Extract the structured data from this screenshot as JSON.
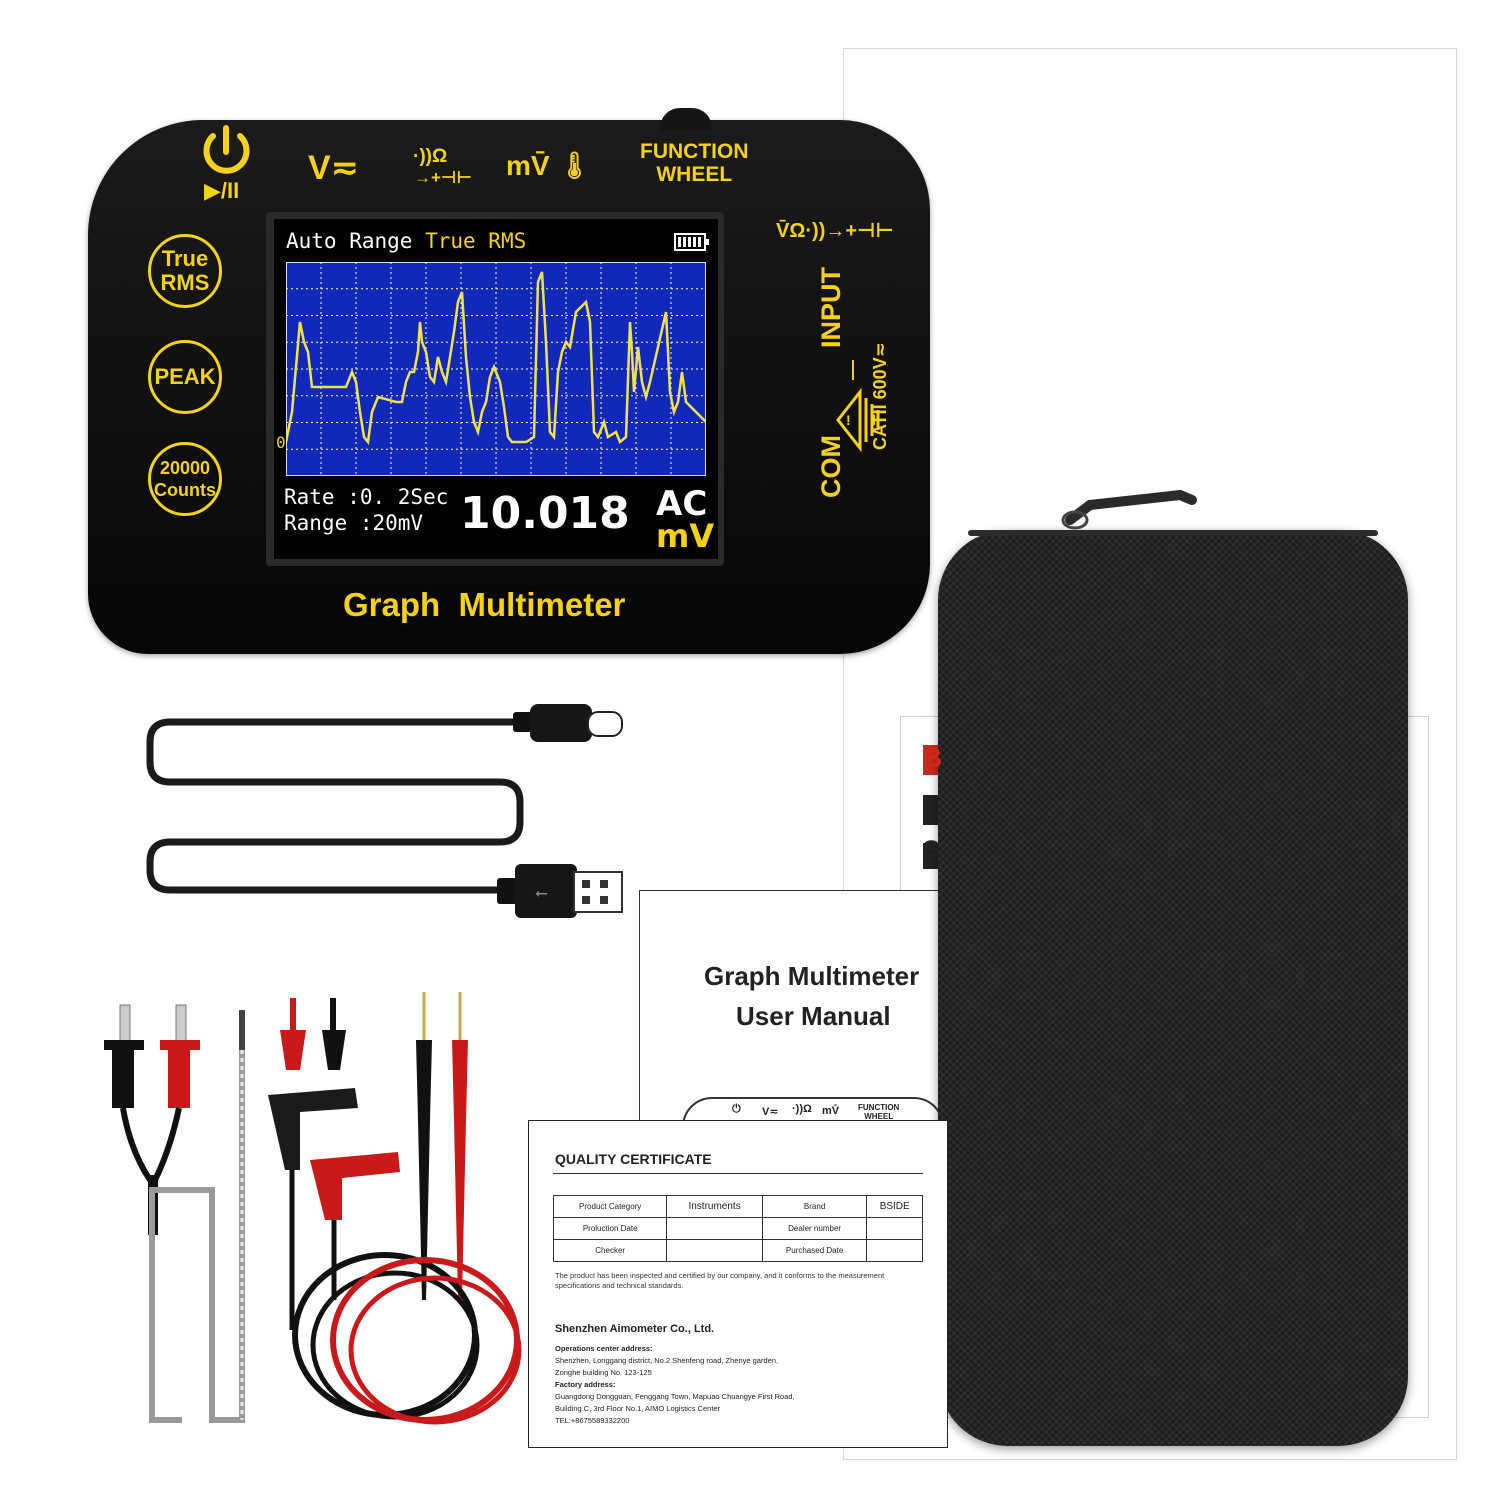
{
  "device": {
    "top_labels": {
      "play_pause": "▶/II",
      "volt": "V≂",
      "resistance_top": "·))Ω",
      "resistance_bottom": "→+⊣⊢",
      "millivolt": "mV̄",
      "function_line1": "FUNCTION",
      "function_line2": "WHEEL"
    },
    "buttons": {
      "true_rms_line1": "True",
      "true_rms_line2": "RMS",
      "peak": "PEAK",
      "counts_line1": "20000",
      "counts_line2": "Counts"
    },
    "screen": {
      "header_left": "Auto Range",
      "header_right": "True RMS",
      "rate": "Rate  :0. 2Sec",
      "range": "Range :20mV",
      "reading": "10.018",
      "unit_top": "AC",
      "unit_bottom": "mV",
      "zero_marker": "0",
      "plot_colors": {
        "background": "#1228b8",
        "grid": "#ffffff",
        "trace": "#f2e24a"
      }
    },
    "side_labels": {
      "input_symbols": "V̄Ω·))→+⊣⊢",
      "input": "INPUT",
      "cat": "CATII 600V≂",
      "com": "COM"
    },
    "brand_word1": "Graph",
    "brand_word2": "Multimeter",
    "accent_color": "#f7d117"
  },
  "manual": {
    "title_line1": "Graph Multimeter",
    "title_line2": "User Manual",
    "mini_labels": {
      "volt": "V≂",
      "resistance": "·))Ω",
      "millivolt": "mV̄",
      "function_line1": "FUNCTION",
      "function_line2": "WHEEL"
    }
  },
  "inner_sheet": {
    "letter1": "B",
    "letter2": "G"
  },
  "certificate": {
    "title": "QUALITY CERTIFICATE",
    "rows": [
      [
        "Product Category",
        "Instruments",
        "Brand",
        "BSIDE"
      ],
      [
        "Proluction Date",
        "",
        "Dealer number",
        ""
      ],
      [
        "Checker",
        "",
        "Purchased Date",
        ""
      ]
    ],
    "statement": "The product has been inspected and certified by our company, and it conforms to the measurement specifications and technical standards.",
    "company": "Shenzhen Aimometer Co., Ltd.",
    "ops_label": "Operations center address:",
    "ops_line1": "Shenzhen, Longgang district, No.2 Shenfeng road, Zhenye garden,",
    "ops_line2": "Zonghe building No. 123-125",
    "factory_label": "Factory address:",
    "factory_line1": "Guangdong Dongguan, Fenggang Town, Mapuao Chuangye First Road,",
    "factory_line2": "Building C, 3rd Floor No.1, AIMO Logistics Center",
    "tel": "TEL:+8675589332200"
  }
}
